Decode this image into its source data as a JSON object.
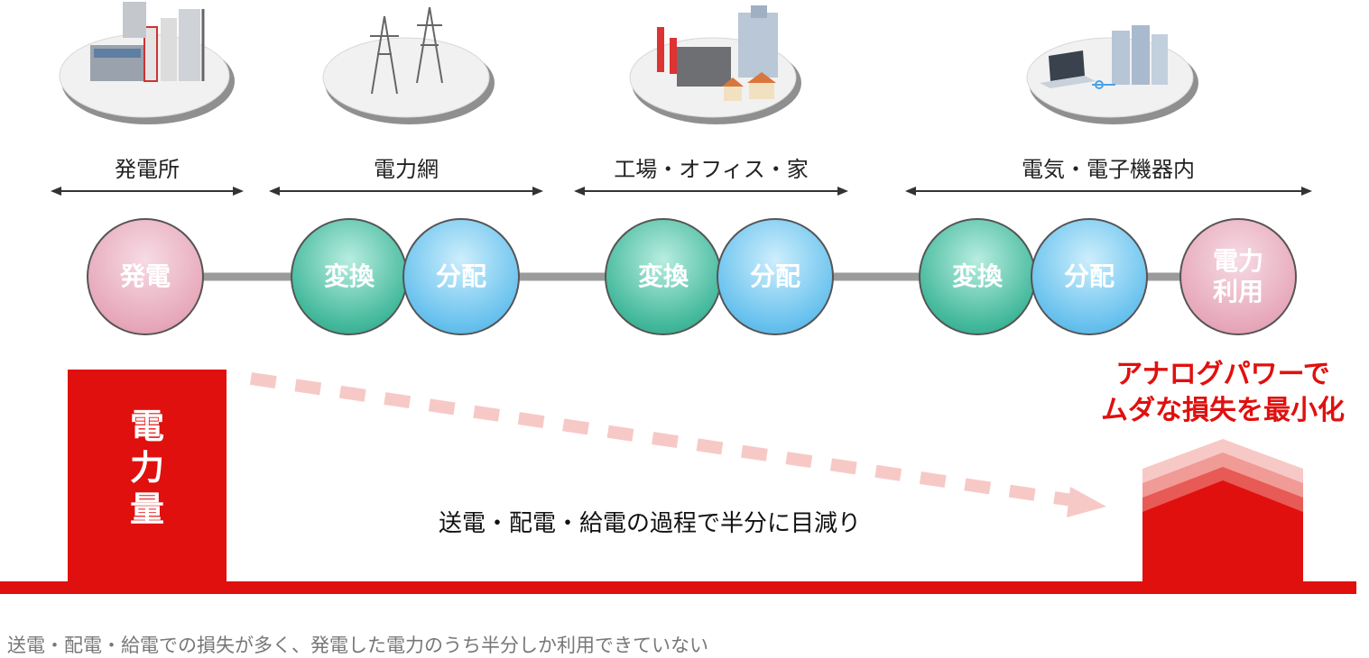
{
  "stages": [
    {
      "label": "発電所"
    },
    {
      "label": "電力網"
    },
    {
      "label": "工場・オフィス・家"
    },
    {
      "label": "電気・電子機器内"
    }
  ],
  "nodes": [
    {
      "line1": "発電",
      "line2": "",
      "kind": "pink"
    },
    {
      "line1": "変換",
      "line2": "",
      "kind": "green"
    },
    {
      "line1": "分配",
      "line2": "",
      "kind": "blue"
    },
    {
      "line1": "変換",
      "line2": "",
      "kind": "green"
    },
    {
      "line1": "分配",
      "line2": "",
      "kind": "blue"
    },
    {
      "line1": "変換",
      "line2": "",
      "kind": "green"
    },
    {
      "line1": "分配",
      "line2": "",
      "kind": "blue"
    },
    {
      "line1": "電力",
      "line2": "利用",
      "kind": "pink"
    }
  ],
  "power_bar": {
    "line1": "電",
    "line2": "力",
    "line3": "量"
  },
  "loss_text": "送電・配電・給電の過程で半分に目減り",
  "result": {
    "line1": "アナログパワーで",
    "line2": "ムダな損失を最小化"
  },
  "caption": "送電・配電・給電での損失が多く、発電した電力のうち半分しか利用できていない",
  "colors": {
    "red": "#e0100e",
    "dash": "#f7c9c6",
    "line": "#9b9b9b"
  }
}
